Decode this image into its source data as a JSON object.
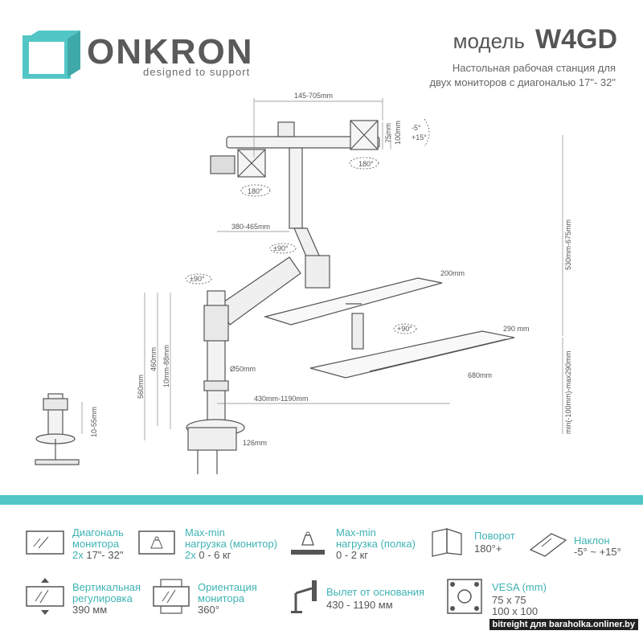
{
  "brand": {
    "name": "ONKRON",
    "tagline": "designed to support"
  },
  "model": {
    "label": "модель",
    "code": "W4GD",
    "description_line1": "Настольная рабочая станция для",
    "description_line2": "двух мониторов с диагональю 17\"- 32\""
  },
  "dimensions": {
    "width_range": "145-705mm",
    "arm_reach": "380-465mm",
    "base_reach": "430mm-1190mm",
    "shelf_depth": "200mm",
    "keyboard_depth": "290 mm",
    "keyboard_width": "680mm",
    "total_height": "530mm-675mm",
    "keyboard_height": "min(-100mm)-max290mm",
    "pole_height_560": "560mm",
    "pole_height_460": "460mm",
    "pole_adjust": "10mm-88mm",
    "clamp_depth": "126mm",
    "pole_diameter": "Ø50mm",
    "clamp_adjust": "10-55mm",
    "vesa_75": "75mm",
    "vesa_100": "100mm",
    "tilt_minus": "-5°",
    "tilt_plus": "+15°",
    "rotate_180_a": "180°",
    "rotate_180_b": "180°",
    "swivel_90_a": "±90°",
    "swivel_90_b": "±90°",
    "keyboard_rotate": "+90°"
  },
  "specs": [
    {
      "title": "Диагональ\nмонитора",
      "prefix": "2x",
      "value": " 17\"- 32\"",
      "icon": "monitor-icon"
    },
    {
      "title": "Max-min\nнагрузка (монитор)",
      "prefix": "2x",
      "value": " 0 - 6 кг",
      "icon": "weight-icon"
    },
    {
      "title": "Max-min\nнагрузка (полка)",
      "prefix": "",
      "value": "0 - 2 кг",
      "icon": "shelf-weight-icon"
    },
    {
      "title": "Поворот",
      "prefix": "",
      "value": "180°+",
      "icon": "rotate-icon"
    },
    {
      "title": "Наклон",
      "prefix": "",
      "value": "-5° ~ +15°",
      "icon": "tilt-icon"
    },
    {
      "title": "Вертикальная\nрегулировка",
      "prefix": "",
      "value": "390 мм",
      "icon": "vertical-adjust-icon"
    },
    {
      "title": "Ориентация\nмонитора",
      "prefix": "",
      "value": "360°",
      "icon": "orientation-icon"
    },
    {
      "title": "Вылет от основания",
      "prefix": "",
      "value": "430 - 1190 мм",
      "icon": "reach-icon"
    },
    {
      "title": "VESA (mm)",
      "prefix": "",
      "value": "75 x 75\n100 x 100",
      "icon": "vesa-icon"
    }
  ],
  "watermark": "bitreight для baraholka.onliner.by",
  "colors": {
    "accent": "#52c6c5",
    "text": "#555555"
  }
}
